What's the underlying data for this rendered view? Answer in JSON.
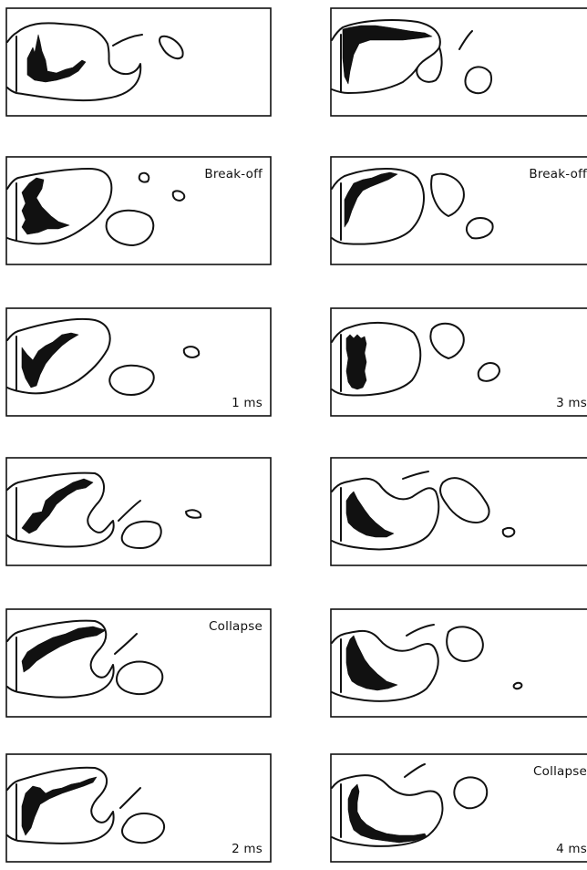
{
  "figure": {
    "panels": [
      {
        "column": "left",
        "row": 1,
        "label_top": "",
        "label_bottom": ""
      },
      {
        "column": "right",
        "row": 1,
        "label_top": "",
        "label_bottom": ""
      },
      {
        "column": "left",
        "row": 2,
        "label_top": "Break-off",
        "label_bottom": ""
      },
      {
        "column": "right",
        "row": 2,
        "label_top": "Break-off",
        "label_bottom": ""
      },
      {
        "column": "left",
        "row": 3,
        "label_top": "",
        "label_bottom": "1 ms"
      },
      {
        "column": "right",
        "row": 3,
        "label_top": "",
        "label_bottom": "3 ms"
      },
      {
        "column": "left",
        "row": 4,
        "label_top": "",
        "label_bottom": ""
      },
      {
        "column": "right",
        "row": 4,
        "label_top": "",
        "label_bottom": ""
      },
      {
        "column": "left",
        "row": 5,
        "label_top": "Collapse",
        "label_bottom": ""
      },
      {
        "column": "right",
        "row": 5,
        "label_top": "",
        "label_bottom": ""
      },
      {
        "column": "left",
        "row": 6,
        "label_top": "",
        "label_bottom": "2 ms"
      },
      {
        "column": "right",
        "row": 6,
        "label_top": "Collapse",
        "label_bottom": "4 ms"
      }
    ]
  }
}
